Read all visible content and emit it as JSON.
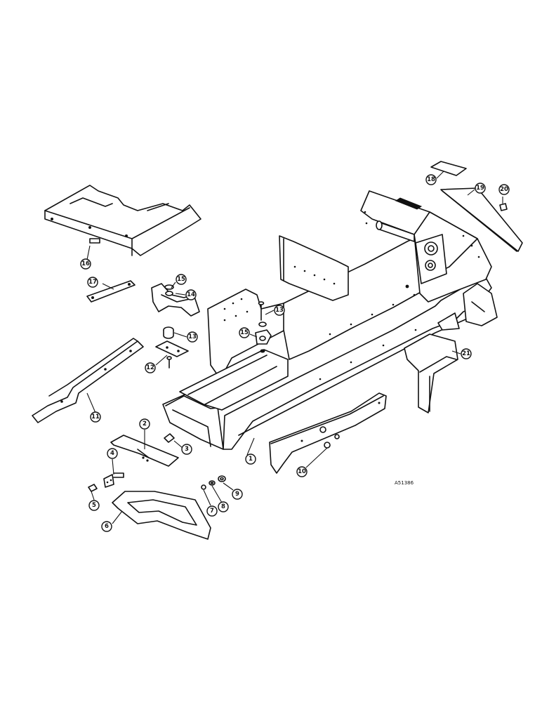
{
  "reference_code": "A51386",
  "callouts": [
    "1",
    "2",
    "3",
    "4",
    "5",
    "6",
    "7",
    "8",
    "9",
    "10",
    "11",
    "12",
    "13",
    "13",
    "14",
    "15",
    "15",
    "16",
    "17",
    "18",
    "19",
    "20",
    "21"
  ]
}
